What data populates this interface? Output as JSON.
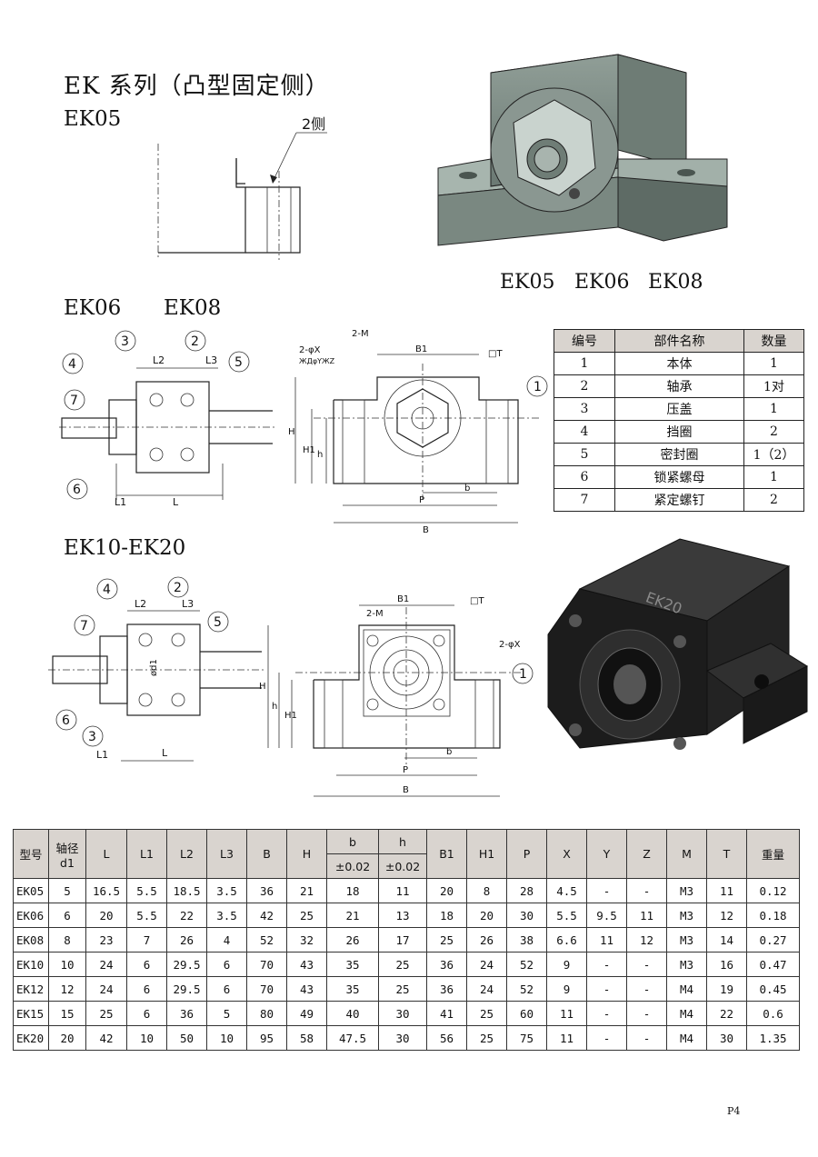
{
  "header": {
    "title": "EK 系列（凸型固定侧）",
    "model_ek05": "EK05"
  },
  "photo1_caption": [
    "EK05",
    "EK06",
    "EK08"
  ],
  "section_ek06_08": [
    "EK06",
    "EK08"
  ],
  "section_ek10_20": "EK10-EK20",
  "ek05_drawing": {
    "note": "2侧"
  },
  "ek06_drawing": {
    "balloons": [
      "4",
      "3",
      "2",
      "5",
      "7",
      "6"
    ],
    "dims": [
      "L2",
      "L3",
      "L1",
      "L"
    ]
  },
  "ek06_front": {
    "labels": [
      "2-M",
      "2-φX",
      "ЖДφYЖZ",
      "B1",
      "H",
      "H1",
      "h",
      "P",
      "b",
      "B",
      "1",
      "□T"
    ]
  },
  "ek10_drawing": {
    "balloons": [
      "4",
      "2",
      "7",
      "5",
      "6",
      "3"
    ],
    "dims": [
      "L2",
      "L3",
      "ød1",
      "L1",
      "L"
    ]
  },
  "ek10_front": {
    "labels": [
      "B1",
      "2-M",
      "□T",
      "2-φX",
      "H",
      "h",
      "H1",
      "b",
      "P",
      "B",
      "1"
    ]
  },
  "photo2_label": "EK20",
  "parts_table": {
    "headers": [
      "编号",
      "部件名称",
      "数量"
    ],
    "rows": [
      [
        "1",
        "本体",
        "1"
      ],
      [
        "2",
        "轴承",
        "1对"
      ],
      [
        "3",
        "压盖",
        "1"
      ],
      [
        "4",
        "挡圈",
        "2"
      ],
      [
        "5",
        "密封圈",
        "1（2）"
      ],
      [
        "6",
        "锁紧螺母",
        "1"
      ],
      [
        "7",
        "紧定螺钉",
        "2"
      ]
    ]
  },
  "spec_table": {
    "h_model": "型号",
    "h_shaft_a": "轴径",
    "h_shaft_b": "d1",
    "h_L": "L",
    "h_L1": "L1",
    "h_L2": "L2",
    "h_L3": "L3",
    "h_B": "B",
    "h_H": "H",
    "h_b": "b",
    "h_h": "h",
    "h_b_tol": "±0.02",
    "h_h_tol": "±0.02",
    "h_B1": "B1",
    "h_H1": "H1",
    "h_P": "P",
    "h_X": "X",
    "h_Y": "Y",
    "h_Z": "Z",
    "h_M": "M",
    "h_T": "T",
    "h_weight": "重量",
    "rows": [
      [
        "EK05",
        "5",
        "16.5",
        "5.5",
        "18.5",
        "3.5",
        "36",
        "21",
        "18",
        "11",
        "20",
        "8",
        "28",
        "4.5",
        "-",
        "-",
        "M3",
        "11",
        "0.12"
      ],
      [
        "EK06",
        "6",
        "20",
        "5.5",
        "22",
        "3.5",
        "42",
        "25",
        "21",
        "13",
        "18",
        "20",
        "30",
        "5.5",
        "9.5",
        "11",
        "M3",
        "12",
        "0.18"
      ],
      [
        "EK08",
        "8",
        "23",
        "7",
        "26",
        "4",
        "52",
        "32",
        "26",
        "17",
        "25",
        "26",
        "38",
        "6.6",
        "11",
        "12",
        "M3",
        "14",
        "0.27"
      ],
      [
        "EK10",
        "10",
        "24",
        "6",
        "29.5",
        "6",
        "70",
        "43",
        "35",
        "25",
        "36",
        "24",
        "52",
        "9",
        "-",
        "-",
        "M3",
        "16",
        "0.47"
      ],
      [
        "EK12",
        "12",
        "24",
        "6",
        "29.5",
        "6",
        "70",
        "43",
        "35",
        "25",
        "36",
        "24",
        "52",
        "9",
        "-",
        "-",
        "M4",
        "19",
        "0.45"
      ],
      [
        "EK15",
        "15",
        "25",
        "6",
        "36",
        "5",
        "80",
        "49",
        "40",
        "30",
        "41",
        "25",
        "60",
        "11",
        "-",
        "-",
        "M4",
        "22",
        "0.6"
      ],
      [
        "EK20",
        "20",
        "42",
        "10",
        "50",
        "10",
        "95",
        "58",
        "47.5",
        "30",
        "56",
        "25",
        "75",
        "11",
        "-",
        "-",
        "M4",
        "30",
        "1.35"
      ]
    ]
  },
  "page_number": "P4",
  "colors": {
    "header_bg": "#d9d4cf",
    "block_gray": "#7f8d87",
    "block_black": "#1c1c1c"
  }
}
